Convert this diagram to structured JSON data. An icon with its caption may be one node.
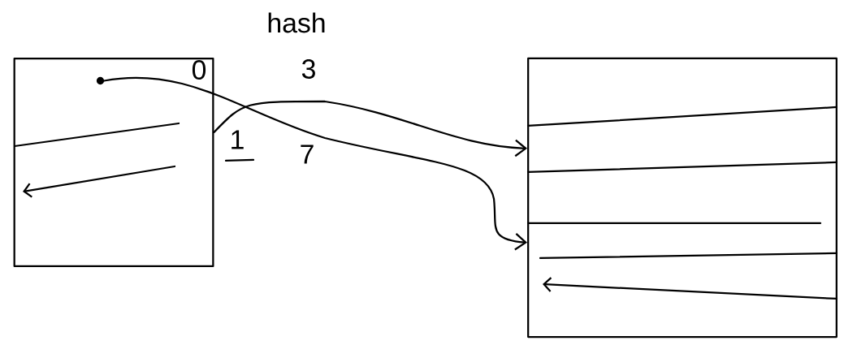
{
  "diagram": {
    "nodes": [
      {
        "text": [],
        "shape": "box"
      },
      {
        "text": [],
        "shape": "circle",
        "in": 0
      },
      {
        "text": [],
        "shape": "box"
      }
    ],
    "edges": [
      {
        "from": 1,
        "to": 2,
        "arrow": "to"
      },
      {
        "from": 0,
        "to": 2,
        "arrow": "to"
      }
    ],
    "labels": [
      "hash",
      "3",
      "0",
      "1",
      "7"
    ]
  }
}
